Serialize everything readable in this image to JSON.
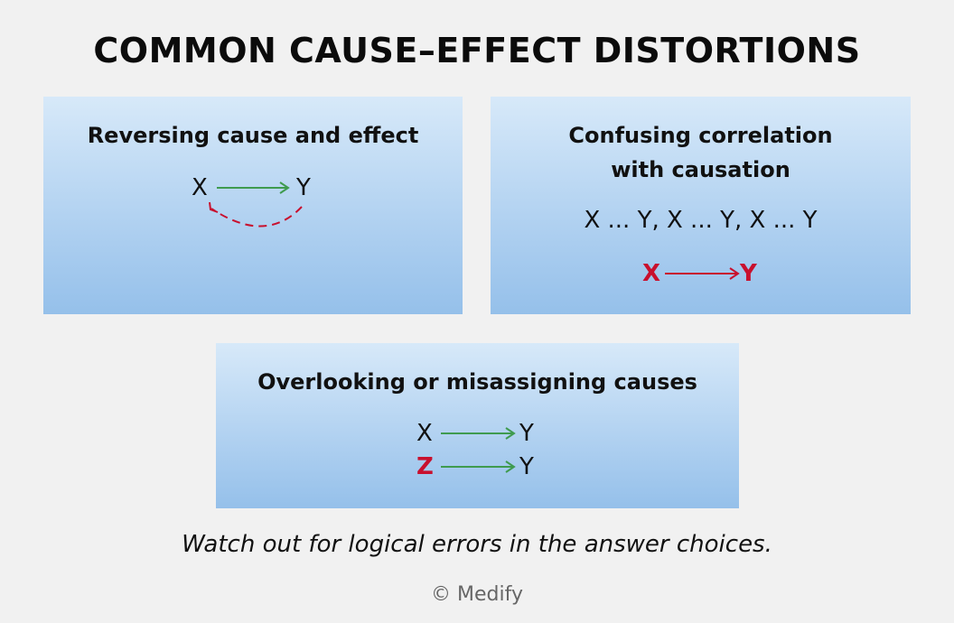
{
  "title": "COMMON CAUSE–EFFECT DISTORTIONS",
  "colors": {
    "background": "#f1f1f1",
    "panel_top": "#d7e9f9",
    "panel_bottom": "#95c0ea",
    "green_arrow": "#3f9b4f",
    "red": "#c8102e"
  },
  "panels": [
    {
      "title": "Reversing cause and effect",
      "x_label": "X",
      "y_label": "Y"
    },
    {
      "title_line1": "Confusing correlation",
      "title_line2": "with causation",
      "correlation_text": "X ... Y, X ... Y, X ... Y",
      "x_label": "X",
      "y_label": "Y"
    },
    {
      "title": "Overlooking or misassigning causes",
      "row1": {
        "cause": "X",
        "effect": "Y"
      },
      "row2": {
        "cause": "Z",
        "effect": "Y"
      }
    }
  ],
  "note": "Watch out for logical errors in the answer choices.",
  "credit": "© Medify"
}
